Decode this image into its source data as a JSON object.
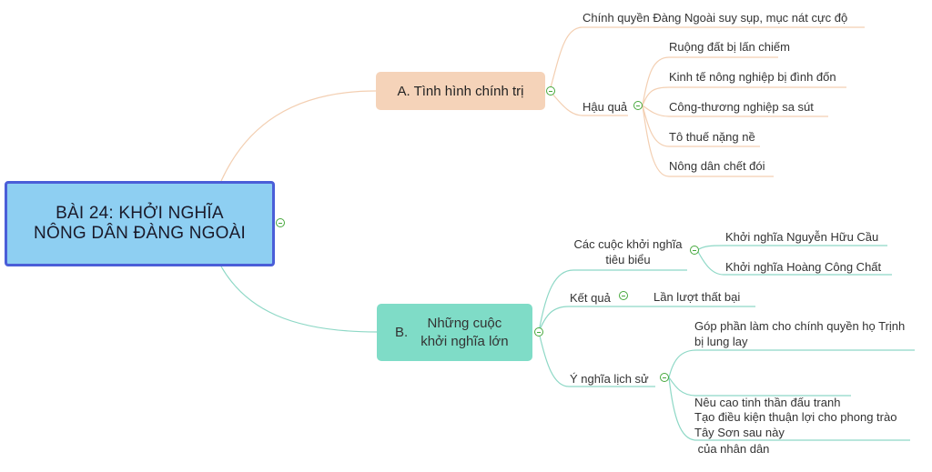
{
  "root": {
    "line1": "BÀI 24: KHỞI NGHĨA",
    "line2": "NÔNG DÂN ĐÀNG NGOÀI"
  },
  "branchA": {
    "title": "A. Tình hình chính trị",
    "item1": "Chính quyền Đàng Ngoài suy sụp, mục nát cực độ",
    "consequence": {
      "label": "Hậu quả",
      "items": [
        "Ruộng đất bị lấn chiếm",
        "Kinh tế nông nghiệp bị đình đốn",
        "Công-thương nghiệp sa sút",
        "Tô thuế nặng nề",
        "Nông dân chết đói"
      ]
    }
  },
  "branchB": {
    "prefix": "B.",
    "title_line1": "Những cuộc",
    "title_line2": "khởi nghĩa lớn",
    "uprisings": {
      "label_line1": "Các cuộc khởi nghĩa",
      "label_line2": "tiêu biểu",
      "items": [
        "Khởi nghĩa Nguyễn Hữu Cầu",
        "Khởi nghĩa Hoàng Công Chất"
      ]
    },
    "result": {
      "label": "Kết quả",
      "value": "Lần lượt thất bại"
    },
    "significance": {
      "label": "Ý nghĩa lịch sử",
      "items": [
        {
          "line1": "Góp phần làm cho chính quyền họ Trịnh",
          "line2": "bị lung lay"
        },
        {
          "line1": "Nêu cao tinh thần đấu tranh",
          "line2": " của nhân dân"
        },
        {
          "line1": "Tạo điều kiện thuận lợi cho phong trào",
          "line2": "Tây Sơn sau này"
        }
      ]
    }
  },
  "colors": {
    "branchA_line": "#f3cfb2",
    "branchB_line": "#8ed8c6",
    "toggle": "#46a83c"
  }
}
